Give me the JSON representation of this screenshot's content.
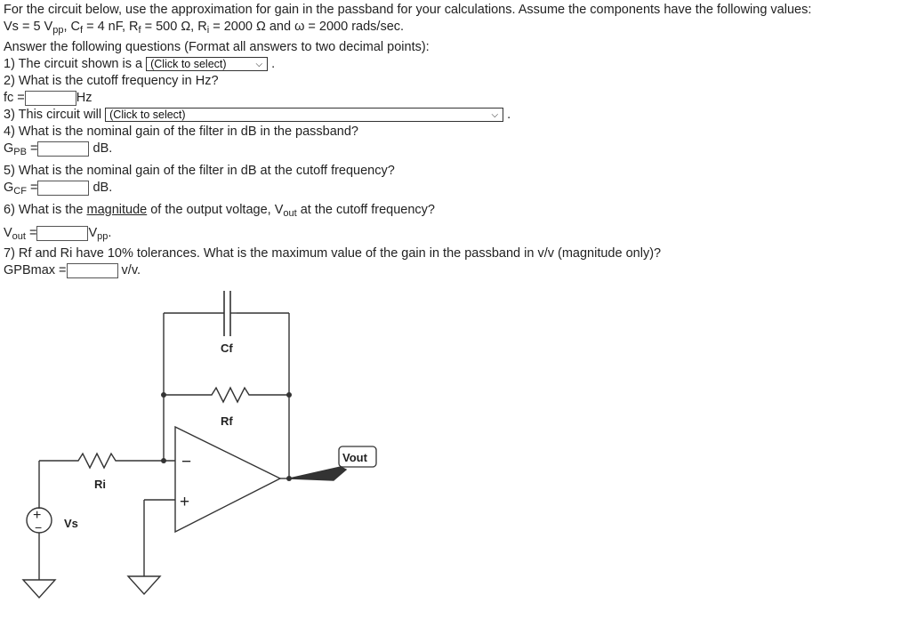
{
  "intro": {
    "line1": "For the circuit below, use the approximation for gain in the passband for your calculations. Assume the components have the following values:",
    "vs_label": "Vs = 5 V",
    "vs_sub": "pp",
    "cf_label": ", C",
    "cf_sub": "f",
    "cf_val": " = 4 nF, R",
    "rf_sub": "f",
    "rf_val": " = 500 Ω, R",
    "ri_sub": "i",
    "ri_val": " = 2000 Ω and ω = 2000 rads/sec.",
    "format": "Answer the following questions (Format all answers to two decimal points):"
  },
  "q1": {
    "text": "1) The circuit shown is a",
    "select": "(Click to select)",
    "after": "."
  },
  "q2": {
    "text": "2) What is the cutoff frequency in Hz?",
    "prefix": "fc =",
    "unit": "Hz"
  },
  "q3": {
    "text": "3) This circuit will",
    "select": "(Click to select)",
    "after": "."
  },
  "q4": {
    "text": "4) What is the nominal gain of the filter in dB in the passband?",
    "prefix": "G",
    "prefix_sub": "PB",
    "eq": " =",
    "unit": "dB."
  },
  "q5": {
    "text": "5) What is the nominal gain of the filter in dB at the cutoff frequency?",
    "prefix": "G",
    "prefix_sub": "CF",
    "eq": " =",
    "unit": "dB."
  },
  "q6": {
    "text_a": "6) What is the ",
    "text_mag": "magnitude",
    "text_b": " of the output voltage, V",
    "text_sub": "out",
    "text_c": " at the cutoff frequency?",
    "prefix": "V",
    "prefix_sub": "out",
    "eq": " =",
    "unit": "V",
    "unit_sub": "pp",
    "unit_after": "."
  },
  "q7": {
    "text": "7) Rf and Ri have 10% tolerances. What is the maximum value of the gain in the passband in v/v (magnitude only)?",
    "prefix": "GPBmax =",
    "unit": "v/v."
  },
  "circuit": {
    "cf": "Cf",
    "rf": "Rf",
    "ri": "Ri",
    "vs": "Vs",
    "vout": "Vout",
    "minus": "−",
    "plus": "+",
    "src_plus": "+",
    "src_minus": "−"
  }
}
